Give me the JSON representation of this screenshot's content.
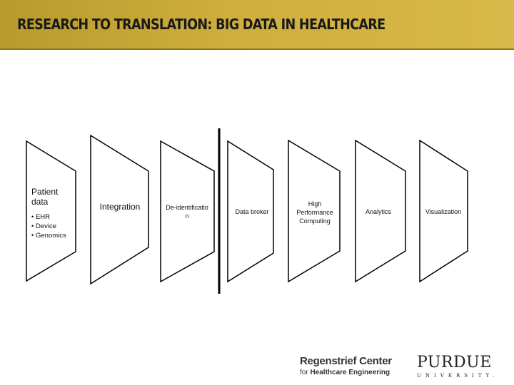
{
  "header": {
    "title": "RESEARCH TO TRANSLATION: BIG DATA IN HEALTHCARE"
  },
  "stages": [
    {
      "label": "Patient data",
      "bullets": [
        "EHR",
        "Device",
        "Genomics"
      ]
    },
    {
      "label": "Integration"
    },
    {
      "label": "De-identification"
    },
    {
      "label": "Data broker"
    },
    {
      "label": "High Performance Computing"
    },
    {
      "label": "Analytics"
    },
    {
      "label": "Visualization"
    }
  ],
  "logos": {
    "regenstrief_line1": "Regenstrief Center",
    "regenstrief_for": "for",
    "regenstrief_line2": "Healthcare Engineering",
    "purdue": "PURDUE",
    "purdue_sub": "UNIVERSITY."
  }
}
